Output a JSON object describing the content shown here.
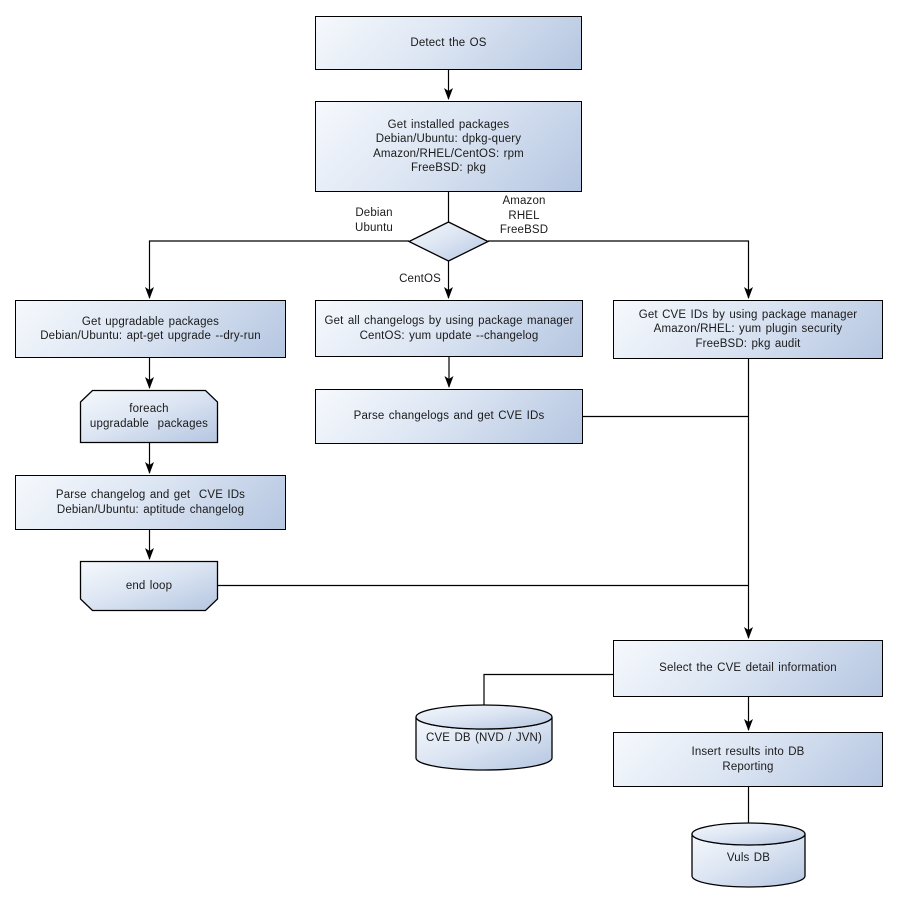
{
  "diagram_type": "flowchart",
  "colors": {
    "node_fill_light": "#f6f9fd",
    "node_fill_dark": "#b5c6e1",
    "border": "#000000",
    "text": "#1a1a1a",
    "background": "#ffffff"
  },
  "nodes": {
    "detect_os": {
      "lines": [
        "Detect the OS"
      ]
    },
    "get_installed": {
      "lines": [
        "Get installed packages",
        "Debian/Ubuntu: dpkg-query",
        "Amazon/RHEL/CentOS: rpm",
        "FreeBSD: pkg"
      ]
    },
    "get_upgradable": {
      "lines": [
        "Get upgradable packages",
        "Debian/Ubuntu: apt-get upgrade --dry-run"
      ]
    },
    "foreach_loop": {
      "lines": [
        "foreach",
        "upgradable  packages"
      ]
    },
    "parse_changelog": {
      "lines": [
        "Parse changelog and get  CVE IDs",
        "Debian/Ubuntu: aptitude changelog"
      ]
    },
    "end_loop": {
      "lines": [
        "end loop"
      ]
    },
    "get_changelogs": {
      "lines": [
        "Get all changelogs by using package manager",
        "CentOS: yum update --changelog"
      ]
    },
    "parse_changelogs": {
      "lines": [
        "Parse changelogs and get CVE IDs"
      ]
    },
    "get_cve_ids": {
      "lines": [
        "Get CVE IDs by using package manager",
        "Amazon/RHEL: yum plugin security",
        "FreeBSD: pkg audit"
      ]
    },
    "select_cve": {
      "lines": [
        "Select the CVE detail information"
      ]
    },
    "insert_results": {
      "lines": [
        "Insert results into DB",
        "Reporting"
      ]
    },
    "cve_db": {
      "label": "CVE DB (NVD / JVN)"
    },
    "vuls_db": {
      "label": "Vuls DB"
    }
  },
  "branch_labels": {
    "left": {
      "lines": [
        "Debian",
        "Ubuntu"
      ]
    },
    "right": {
      "lines": [
        "Amazon",
        "RHEL",
        "FreeBSD"
      ]
    },
    "down": {
      "lines": [
        "CentOS"
      ]
    }
  }
}
